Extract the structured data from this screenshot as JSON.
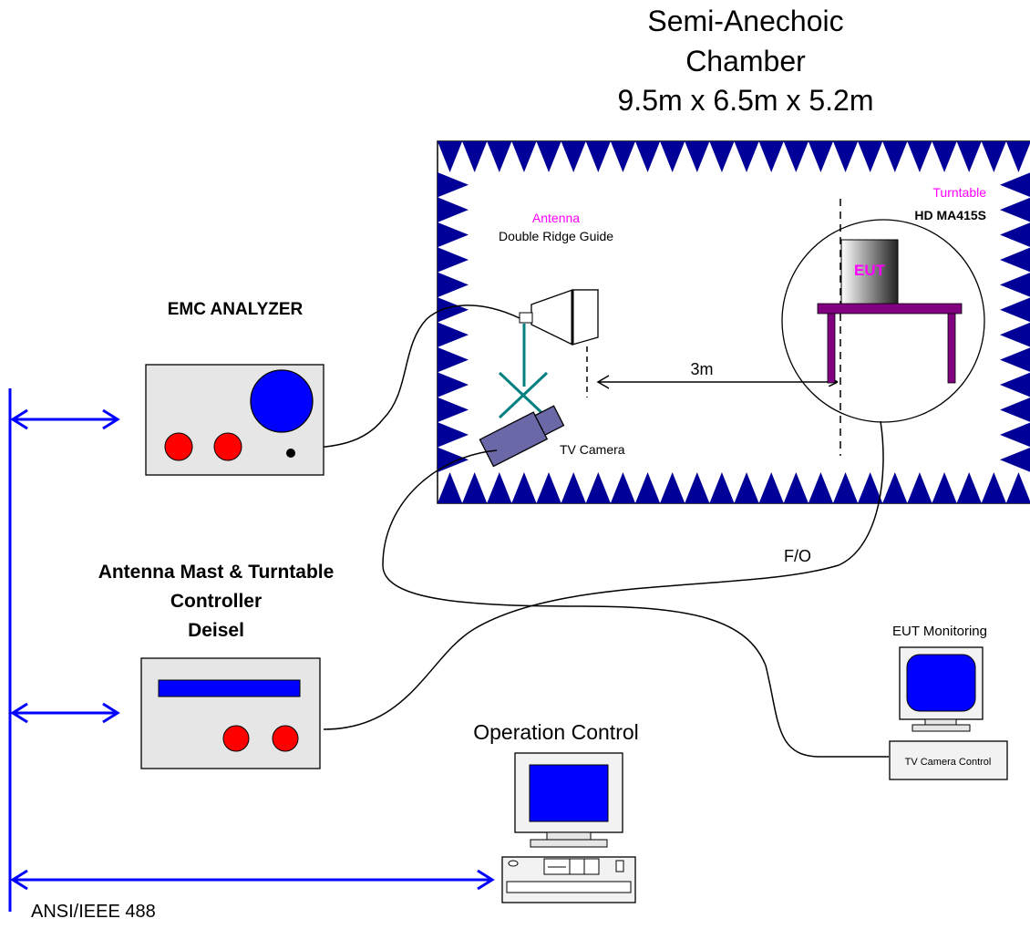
{
  "chamber": {
    "title_line1": "Semi-Anechoic",
    "title_line2": "Chamber",
    "title_line3": "9.5m x 6.5m x 5.2m"
  },
  "antenna": {
    "label": "Antenna",
    "type": "Double Ridge Guide"
  },
  "turntable": {
    "label": "Turntable",
    "model": "HD MA415S"
  },
  "eut_label": "EUT",
  "distance": "3m",
  "tv_camera": "TV Camera",
  "fiber": "F/O",
  "emc_analyzer": "EMC ANALYZER",
  "controller": {
    "line1": "Antenna Mast & Turntable",
    "line2": "Controller",
    "line3": "Deisel"
  },
  "eut_monitoring": "EUT Monitoring",
  "tv_camera_control": "TV Camera Control",
  "operation_control": "Operation Control",
  "bus_label": "ANSI/IEEE 488",
  "colors": {
    "absorber": "#000099",
    "bus": "#0000ff",
    "knob": "#ff0000",
    "antenna_mast": "#008080",
    "table": "#800080",
    "label_accent": "#ff00ff"
  }
}
